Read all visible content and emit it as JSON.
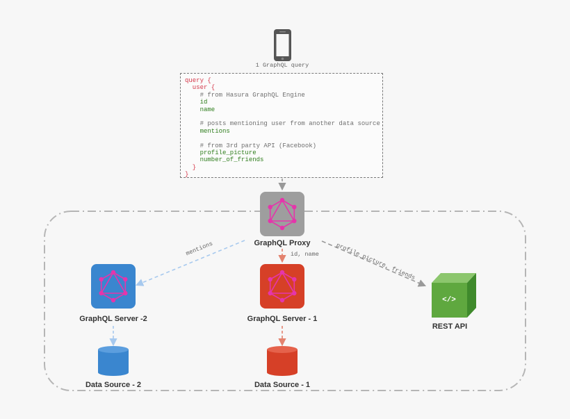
{
  "phone": {
    "caption": "1 GraphQL query"
  },
  "query": {
    "lines": [
      {
        "text": "query {",
        "kind": "kw"
      },
      {
        "text": "  user {",
        "kind": "kw"
      },
      {
        "text": "    # from Hasura GraphQL Engine",
        "kind": "cm"
      },
      {
        "text": "    id",
        "kind": "fd"
      },
      {
        "text": "    name",
        "kind": "fd"
      },
      {
        "text": "",
        "kind": "cm"
      },
      {
        "text": "    # posts mentioning user from another data source",
        "kind": "cm"
      },
      {
        "text": "    mentions",
        "kind": "fd"
      },
      {
        "text": "",
        "kind": "cm"
      },
      {
        "text": "    # from 3rd party API (Facebook)",
        "kind": "cm"
      },
      {
        "text": "    profile_picture",
        "kind": "fd"
      },
      {
        "text": "    number_of_friends",
        "kind": "fd"
      },
      {
        "text": "  }",
        "kind": "kw"
      },
      {
        "text": "}",
        "kind": "kw"
      }
    ]
  },
  "nodes": {
    "proxy": {
      "label": "GraphQL Proxy",
      "color": "#9e9e9e"
    },
    "server2": {
      "label": "GraphQL Server -2",
      "color": "#3a86cf"
    },
    "server1": {
      "label": "GraphQL Server - 1",
      "color": "#d64027"
    },
    "rest": {
      "label": "REST API",
      "icon_text": "</>",
      "color": "#6ab04c"
    },
    "ds2": {
      "label": "Data Source - 2",
      "color": "#3a86cf"
    },
    "ds1": {
      "label": "Data Source - 1",
      "color": "#d64027"
    }
  },
  "edges": {
    "mentions": "mentions",
    "id_name": "id, name",
    "profile": "profile_picture, friends"
  },
  "colors": {
    "graphql_pink": "#e535ab",
    "blue_edge": "#a7c9ee",
    "red_edge": "#e3826e",
    "gray_edge": "#999999"
  }
}
